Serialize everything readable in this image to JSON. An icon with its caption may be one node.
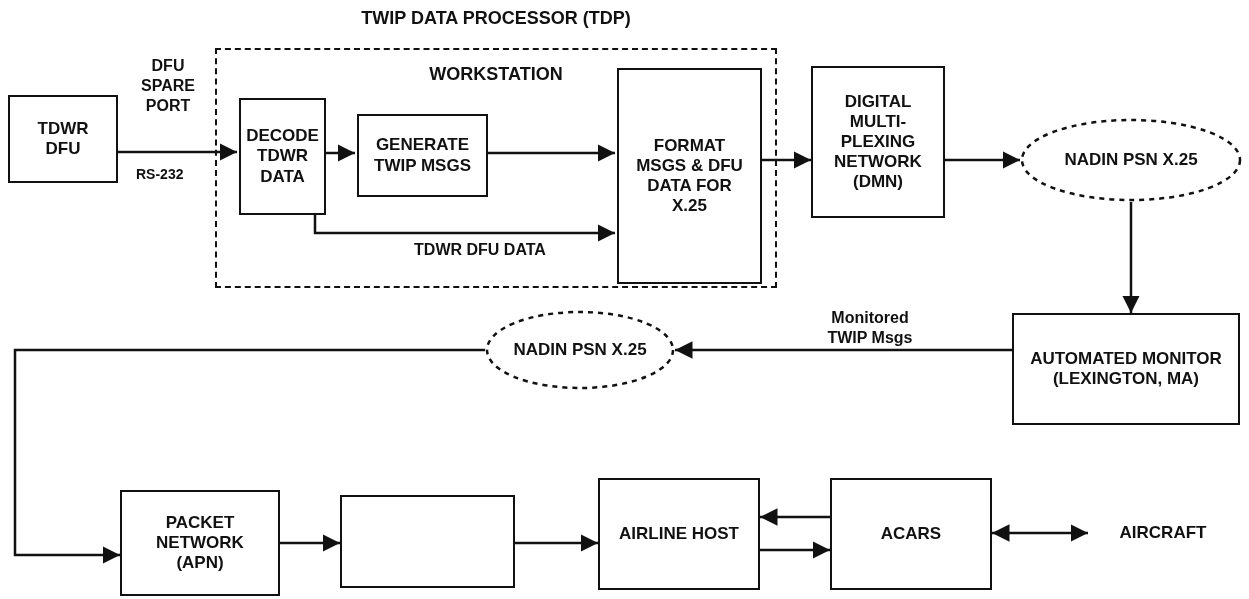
{
  "diagram": {
    "nodes": [
      {
        "text": [
          "TDWR DFU"
        ]
      },
      {
        "text": [
          "TWIP DATA PROCESSOR (TDP)",
          "WORKSTATION"
        ]
      },
      {
        "text": [
          "DECODE TDWR DATA"
        ],
        "in": 1
      },
      {
        "text": [
          "GENERATE TWIP MSGS"
        ],
        "in": 1
      },
      {
        "text": [
          "FORMAT MSGS & DFU DATA FOR X.25"
        ],
        "in": 1
      },
      {
        "text": [
          "DIGITAL MULTI-PLEXING NETWORK (DMN)"
        ]
      },
      {
        "text": [
          "NADIN PSN X.25"
        ]
      },
      {
        "text": [
          "AUTOMATED MONITOR (LEXINGTON, MA)"
        ]
      },
      {
        "text": [
          "NADIN PSN X.25"
        ]
      },
      {
        "text": [
          "PACKET NETWORK (APN)"
        ]
      },
      {
        "text": [],
        "shape": "box"
      },
      {
        "text": [
          "AIRLINE HOST"
        ]
      },
      {
        "text": [
          "ACARS"
        ]
      },
      {
        "text": [
          "AIRCRAFT"
        ]
      }
    ],
    "edges": [
      {
        "from": 0,
        "to": 2,
        "arrow": "to",
        "label": "DFU SPARE PORT"
      },
      {
        "from": 2,
        "to": 3,
        "arrow": "to"
      },
      {
        "from": 3,
        "to": 4,
        "arrow": "to"
      },
      {
        "from": 2,
        "to": 4,
        "arrow": "to",
        "label": "TDWR DFU DATA"
      },
      {
        "from": 4,
        "to": 5,
        "arrow": "to"
      },
      {
        "from": 5,
        "to": 6,
        "arrow": "to"
      },
      {
        "from": 6,
        "to": 7,
        "arrow": "to"
      },
      {
        "from": 7,
        "to": 8,
        "arrow": "to",
        "label": "Monitored TWIP Msgs"
      },
      {
        "from": 8,
        "to": 9,
        "arrow": "to"
      },
      {
        "from": 9,
        "to": 10,
        "arrow": "to"
      },
      {
        "from": 10,
        "to": 11,
        "arrow": "to"
      },
      {
        "from": 12,
        "to": 11,
        "arrow": "to"
      },
      {
        "from": 11,
        "to": 12,
        "arrow": "to"
      },
      {
        "from": 12,
        "to": 13,
        "arrow": "both"
      }
    ],
    "labels": [
      "RS-232"
    ]
  }
}
